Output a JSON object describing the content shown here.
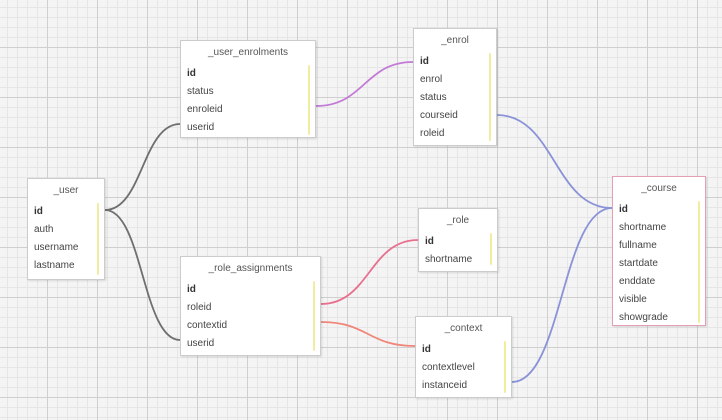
{
  "colors": {
    "user_links": "#6f6f6f",
    "enrol_link": "#c27ad6",
    "role_link": "#e8708f",
    "context_link": "#f0857a",
    "course_links": "#8b93d8"
  },
  "tables": {
    "user": {
      "title": "_user",
      "fields": [
        "id",
        "auth",
        "username",
        "lastname"
      ]
    },
    "user_enrolments": {
      "title": "_user_enrolments",
      "fields": [
        "id",
        "status",
        "enroleid",
        "userid"
      ]
    },
    "enrol": {
      "title": "_enrol",
      "fields": [
        "id",
        "enrol",
        "status",
        "courseid",
        "roleid"
      ]
    },
    "role_assignments": {
      "title": "_role_assignments",
      "fields": [
        "id",
        "roleid",
        "contextid",
        "userid"
      ]
    },
    "role": {
      "title": "_role",
      "fields": [
        "id",
        "shortname"
      ]
    },
    "context": {
      "title": "_context",
      "fields": [
        "id",
        "contextlevel",
        "instanceid"
      ]
    },
    "course": {
      "title": "_course",
      "fields": [
        "id",
        "shortname",
        "fullname",
        "startdate",
        "enddate",
        "visible",
        "showgrade"
      ]
    }
  }
}
